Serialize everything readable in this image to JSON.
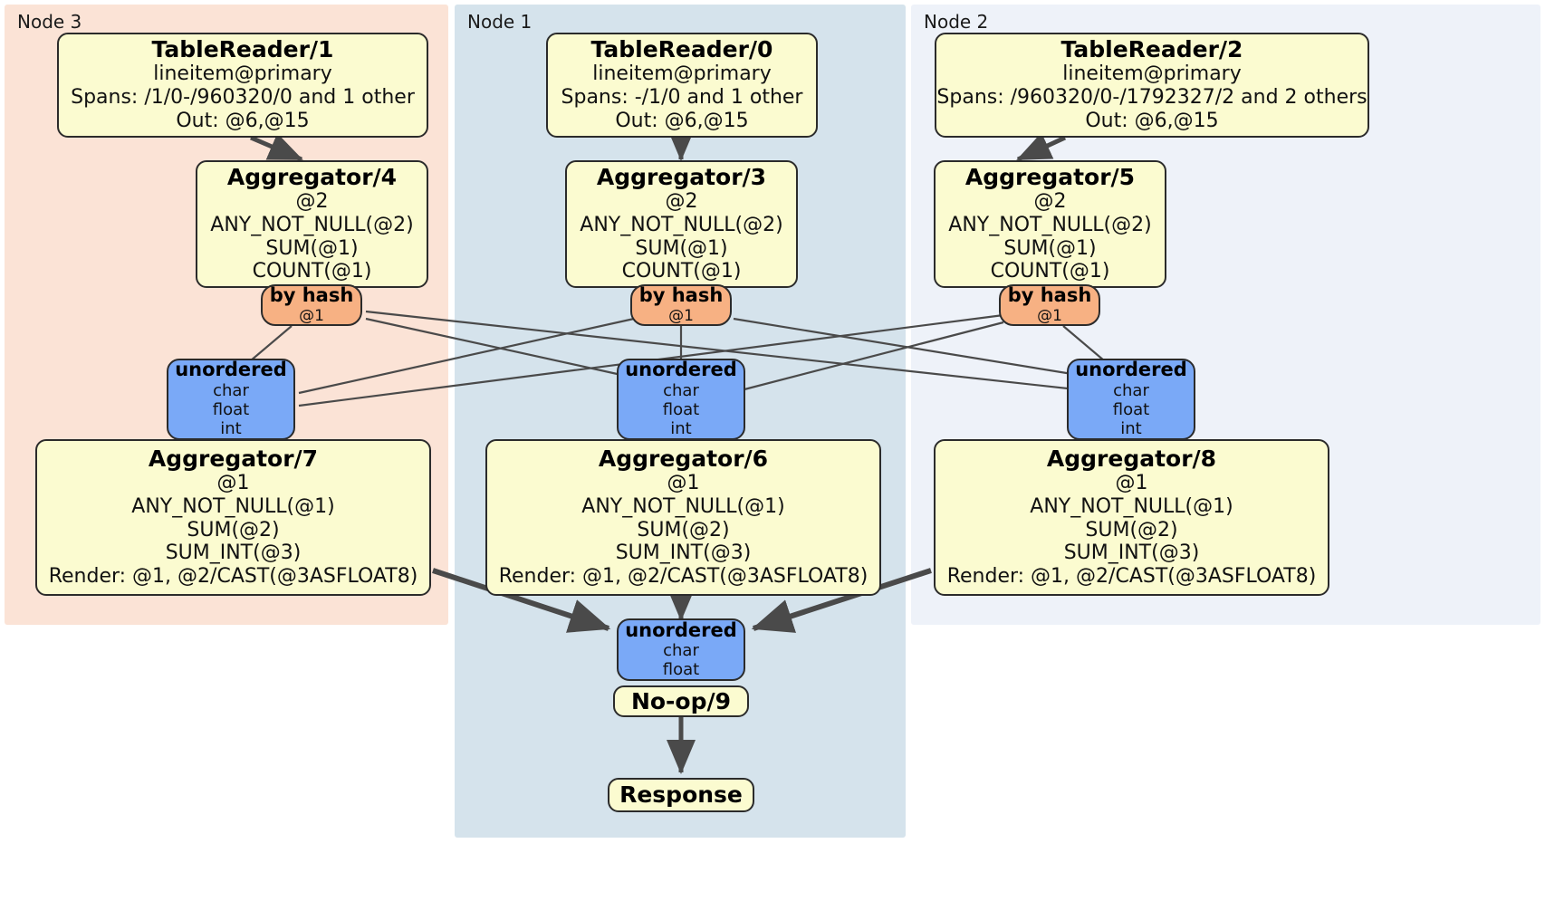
{
  "diagram": {
    "type": "distributed-query-execution-plan",
    "colors": {
      "node3_panel": "#fbe3d6",
      "node1_panel": "#d5e3ec",
      "node2_panel": "#eef2f9",
      "processor_fill": "#fbfbd0",
      "router_fill": "#f7b183",
      "synchronizer_fill": "#7aa9f7",
      "edge": "#4a4a4a",
      "thick_edge": "#4a4a4a",
      "border": "#2b2b2b"
    }
  },
  "panels": [
    {
      "id": "node3",
      "label": "Node 3"
    },
    {
      "id": "node1",
      "label": "Node 1"
    },
    {
      "id": "node2",
      "label": "Node 2"
    }
  ],
  "nodes": {
    "tablereader_1": {
      "title": "TableReader/1",
      "lines": [
        "lineitem@primary",
        "Spans: /1/0-/960320/0 and 1 other",
        "Out: @6,@15"
      ]
    },
    "tablereader_0": {
      "title": "TableReader/0",
      "lines": [
        "lineitem@primary",
        "Spans: -/1/0 and 1 other",
        "Out: @6,@15"
      ]
    },
    "tablereader_2": {
      "title": "TableReader/2",
      "lines": [
        "lineitem@primary",
        "Spans: /960320/0-/1792327/2 and 2 others",
        "Out: @6,@15"
      ]
    },
    "aggregator_4": {
      "title": "Aggregator/4",
      "lines": [
        "@2",
        "ANY_NOT_NULL(@2)",
        "SUM(@1)",
        "COUNT(@1)"
      ]
    },
    "aggregator_3": {
      "title": "Aggregator/3",
      "lines": [
        "@2",
        "ANY_NOT_NULL(@2)",
        "SUM(@1)",
        "COUNT(@1)"
      ]
    },
    "aggregator_5": {
      "title": "Aggregator/5",
      "lines": [
        "@2",
        "ANY_NOT_NULL(@2)",
        "SUM(@1)",
        "COUNT(@1)"
      ]
    },
    "byhash_left": {
      "title": "by hash",
      "lines": [
        "@1"
      ]
    },
    "byhash_center": {
      "title": "by hash",
      "lines": [
        "@1"
      ]
    },
    "byhash_right": {
      "title": "by hash",
      "lines": [
        "@1"
      ]
    },
    "unordered_left": {
      "title": "unordered",
      "lines": [
        "char",
        "float",
        "int"
      ]
    },
    "unordered_center": {
      "title": "unordered",
      "lines": [
        "char",
        "float",
        "int"
      ]
    },
    "unordered_right": {
      "title": "unordered",
      "lines": [
        "char",
        "float",
        "int"
      ]
    },
    "aggregator_7": {
      "title": "Aggregator/7",
      "lines": [
        "@1",
        "ANY_NOT_NULL(@1)",
        "SUM(@2)",
        "SUM_INT(@3)",
        "Render: @1, @2/CAST(@3ASFLOAT8)"
      ]
    },
    "aggregator_6": {
      "title": "Aggregator/6",
      "lines": [
        "@1",
        "ANY_NOT_NULL(@1)",
        "SUM(@2)",
        "SUM_INT(@3)",
        "Render: @1, @2/CAST(@3ASFLOAT8)"
      ]
    },
    "aggregator_8": {
      "title": "Aggregator/8",
      "lines": [
        "@1",
        "ANY_NOT_NULL(@1)",
        "SUM(@2)",
        "SUM_INT(@3)",
        "Render: @1, @2/CAST(@3ASFLOAT8)"
      ]
    },
    "unordered_final": {
      "title": "unordered",
      "lines": [
        "char",
        "float"
      ]
    },
    "noop_9": {
      "title": "No-op/9",
      "lines": []
    },
    "response": {
      "title": "Response",
      "lines": []
    }
  }
}
